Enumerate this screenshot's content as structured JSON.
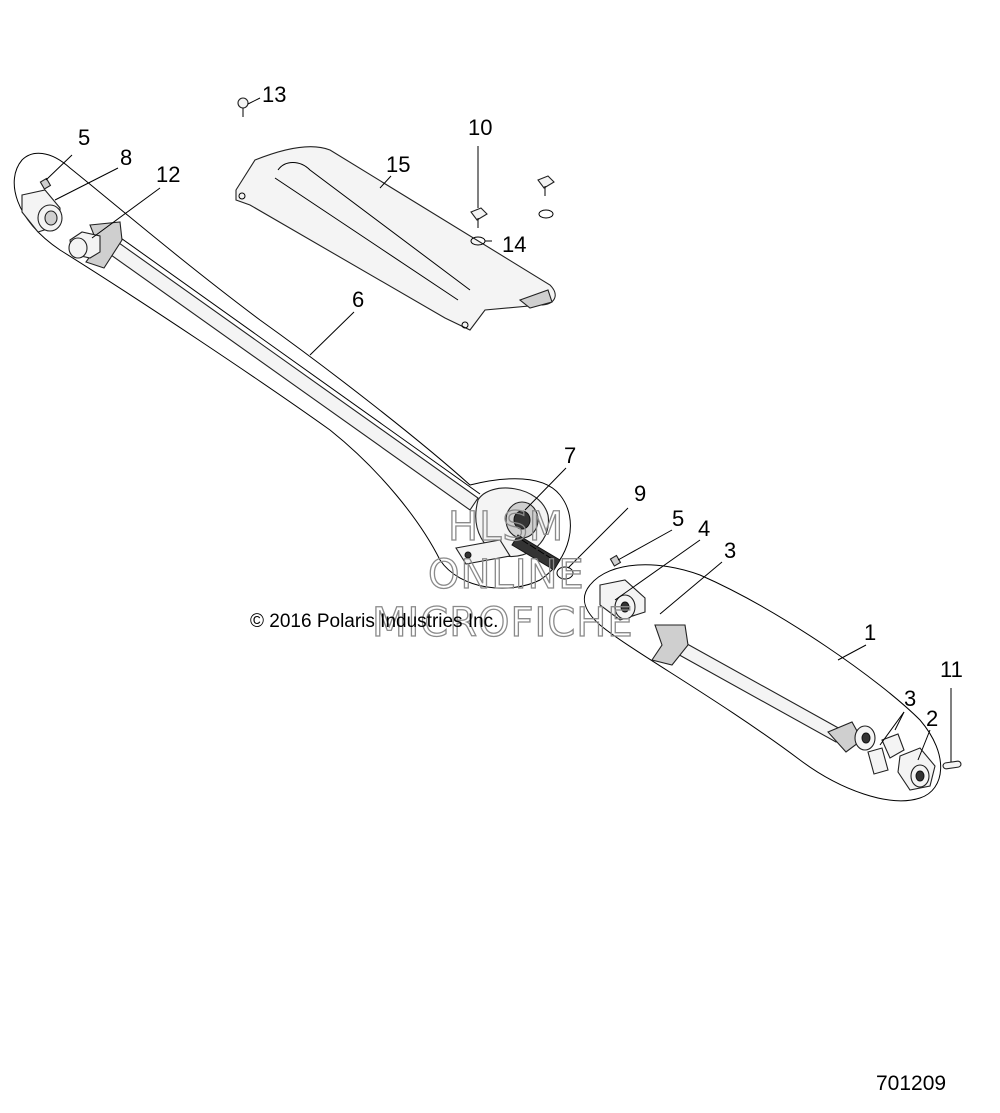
{
  "callouts": {
    "c1": "1",
    "c2": "2",
    "c3a": "3",
    "c3b": "3",
    "c4": "4",
    "c5a": "5",
    "c5b": "5",
    "c6": "6",
    "c7": "7",
    "c8": "8",
    "c9": "9",
    "c10": "10",
    "c11": "11",
    "c12": "12",
    "c13": "13",
    "c14": "14",
    "c15": "15"
  },
  "copyright": "© 2016 Polaris Industries Inc.",
  "drawing_number": "701209",
  "watermark": {
    "line1": "HLSM",
    "line2": "ONLINE",
    "line3": "MICROFICHE"
  }
}
